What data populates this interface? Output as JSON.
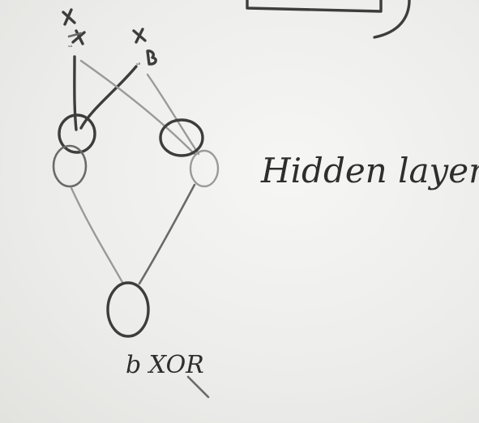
{
  "diagram": {
    "inputs": [
      {
        "id": "xa",
        "label": "xA"
      },
      {
        "id": "xb",
        "label": "xB"
      }
    ],
    "hidden_layer_label": "Hidden layer",
    "output": {
      "id": "out",
      "label": "b XOR"
    },
    "colors": {
      "board": "#eeeeec",
      "ink_dark": "#3d3d3d",
      "ink_mid": "#6a6a6a",
      "ink_light": "#9a9a9a"
    }
  }
}
